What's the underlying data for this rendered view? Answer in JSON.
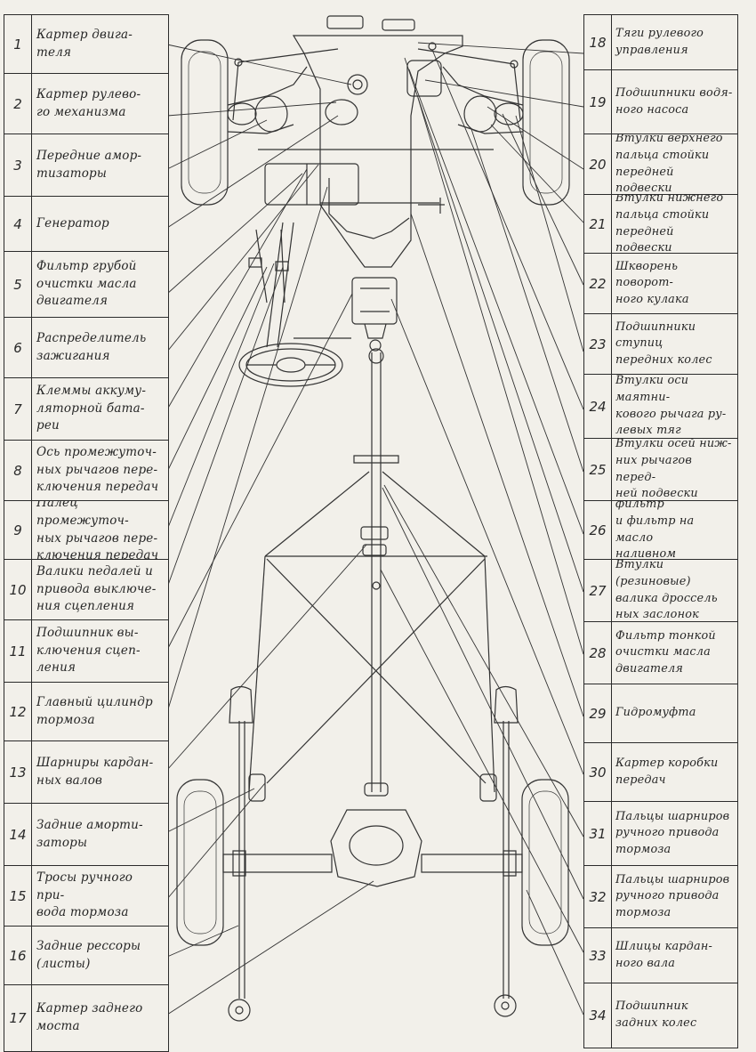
{
  "colors": {
    "paper": "#f2f0ea",
    "ink": "#2b2b2b"
  },
  "left_labels": [
    {
      "num": "1",
      "text": "Картер двига-\nтеля"
    },
    {
      "num": "2",
      "text": "Картер рулево-\nго механизма"
    },
    {
      "num": "3",
      "text": "Передние амор-\nтизаторы"
    },
    {
      "num": "4",
      "text": "Генератор"
    },
    {
      "num": "5",
      "text": "Фильтр грубой\nочистки масла\nдвигателя"
    },
    {
      "num": "6",
      "text": "Распределитель\nзажигания"
    },
    {
      "num": "7",
      "text": "Клеммы аккуму-\nляторной бата-\nреи"
    },
    {
      "num": "8",
      "text": "Ось промежуточ-\nных рычагов пере-\nключения передач"
    },
    {
      "num": "9",
      "text": "Палец промежуточ-\nных рычагов пере-\nключения передач"
    },
    {
      "num": "10",
      "text": "Валики педалей и\nпривода выключе-\nния сцепления"
    },
    {
      "num": "11",
      "text": "Подшипник вы-\nключения сцеп-\nления"
    },
    {
      "num": "12",
      "text": "Главный цилиндр\nтормоза"
    },
    {
      "num": "13",
      "text": "Шарниры кардан-\nных валов"
    },
    {
      "num": "14",
      "text": "Задние аморти-\nзаторы"
    },
    {
      "num": "15",
      "text": "Тросы ручного при-\nвода тормоза"
    },
    {
      "num": "16",
      "text": "Задние рессоры\n(листы)"
    },
    {
      "num": "17",
      "text": "Картер заднего\nмоста"
    }
  ],
  "right_labels": [
    {
      "num": "18",
      "text": "Тяги рулевого\nуправления"
    },
    {
      "num": "19",
      "text": "Подшипники водя-\nного насоса"
    },
    {
      "num": "20",
      "text": "Втулки верхнего\nпальца стойки\nпередней подвески"
    },
    {
      "num": "21",
      "text": "Втулки нижнего\nпальца стойки\nпередней подвески"
    },
    {
      "num": "22",
      "text": "Шкворень поворот-\nного кулака"
    },
    {
      "num": "23",
      "text": "Подшипники ступиц\nпередних колес"
    },
    {
      "num": "24",
      "text": "Втулки оси маятни-\nкового рычага ру-\nлевых тяг"
    },
    {
      "num": "25",
      "text": "Втулки осей ниж-\nних рычагов перед-\nней подвески"
    },
    {
      "num": "26",
      "text": "Воздушный фильтр\nи фильтр на масло\nналивном патрубке"
    },
    {
      "num": "27",
      "text": "Втулки (резиновые)\nвалика дроссель\nных заслонок"
    },
    {
      "num": "28",
      "text": "Фильтр тонкой\nочистки масла\nдвигателя"
    },
    {
      "num": "29",
      "text": "Гидромуфта"
    },
    {
      "num": "30",
      "text": "Картер коробки\nпередач"
    },
    {
      "num": "31",
      "text": "Пальцы шарниров\nручного привода\nтормоза"
    },
    {
      "num": "32",
      "text": "Пальцы шарниров\nручного привода\nтормоза"
    },
    {
      "num": "33",
      "text": "Шлицы кардан-\nного вала"
    },
    {
      "num": "34",
      "text": "Подшипник\nзадних колес"
    }
  ]
}
